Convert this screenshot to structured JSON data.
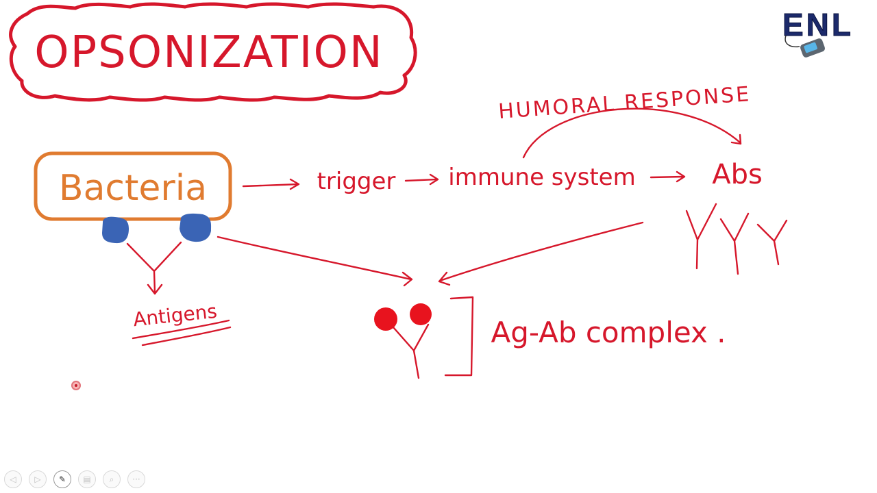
{
  "title": "OPSONIZATION",
  "nodes": {
    "bacteria": "Bacteria",
    "trigger": "trigger",
    "immune_system": "immune system",
    "abs": "Abs",
    "antigens": "Antigens",
    "humoral_response": "HUMORAL RESPONSE",
    "complex": "Ag-Ab complex ."
  },
  "logo": {
    "text": "ENL"
  },
  "colors": {
    "ink": "#d6172b",
    "bacteria_box": "#e07b30",
    "antigen_blue": "#3a64b5",
    "logo_navy": "#1c2a6b"
  },
  "toolbar": {
    "buttons": [
      {
        "name": "prev-button",
        "icon": "◁"
      },
      {
        "name": "next-button",
        "icon": "▷"
      },
      {
        "name": "pen-button",
        "icon": "✎"
      },
      {
        "name": "slides-button",
        "icon": "▤"
      },
      {
        "name": "zoom-button",
        "icon": "⌕"
      },
      {
        "name": "more-button",
        "icon": "···"
      }
    ]
  }
}
